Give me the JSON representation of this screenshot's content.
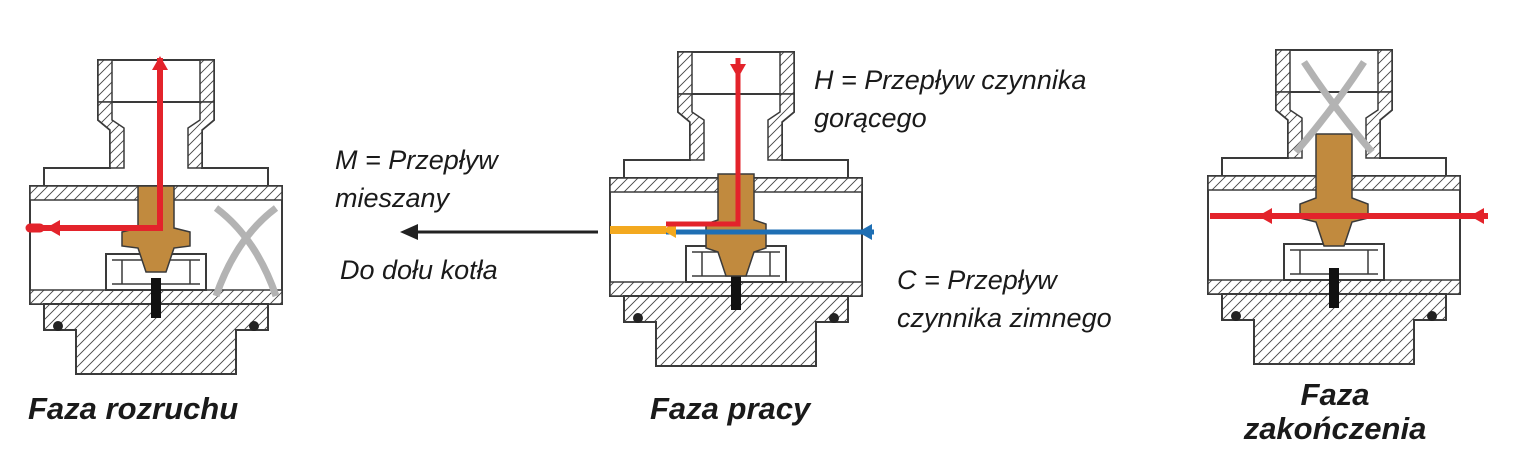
{
  "labels": {
    "hot_flow_line1": "H = Przepływ czynnika",
    "hot_flow_line2": "gorącego",
    "mixed_flow_line1": "M = Przepływ",
    "mixed_flow_line2": "mieszany",
    "to_boiler": "Do dołu kotła",
    "cold_flow_line1": "C = Przepływ",
    "cold_flow_line2": "czynnika zimnego"
  },
  "phases": {
    "startup": "Faza rozruchu",
    "operation": "Faza pracy",
    "completion_line1": "Faza",
    "completion_line2": "zakończenia"
  },
  "colors": {
    "hot": "#e3232b",
    "cold": "#1f6fb4",
    "mixed": "#f3a91f",
    "element": "#c18a3e",
    "blocked": "#b3b3b3",
    "outline": "#3a3a3a"
  },
  "icons": {
    "blocked_port": "x-cross-icon",
    "flow_direction": "arrow-icon"
  }
}
